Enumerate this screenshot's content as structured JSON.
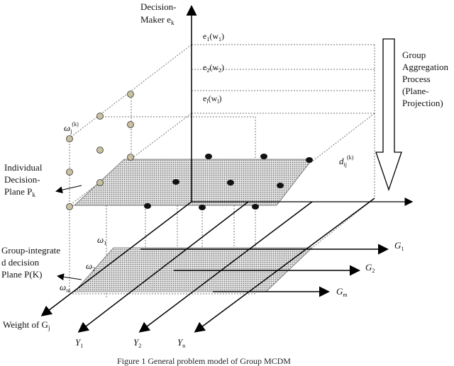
{
  "labels": {
    "decision_maker_1": "Decision-",
    "decision_maker_2": "Maker e",
    "decision_maker_sub": "k",
    "group_agg": [
      "Group",
      "Aggregation",
      "Process",
      "(Plane-",
      "Projection)"
    ],
    "e1": "e",
    "e1_sub": "1",
    "e1_w": "(w",
    "e1_wsub": "1",
    "e2": "e",
    "e2_sub": "2",
    "e2_w": "(w",
    "e2_wsub": "2",
    "el": "e",
    "el_sub": "l",
    "el_w": "(w",
    "el_wsub": "l",
    "omega_j_k": "ω",
    "omega_j_k_sub": "j",
    "omega_j_k_sup": "(k)",
    "d_ij_k": "d",
    "d_ij_k_sub": "ij",
    "d_ij_k_sup": "(k)",
    "individual": [
      "Individual",
      "Decision-",
      "Plane P"
    ],
    "individual_sub": "k",
    "group_integrated": [
      "Group-integrate",
      "d decision",
      "Plane P(K)"
    ],
    "weight_of": "Weight of G",
    "weight_of_sub": "j",
    "omega1": "ω",
    "omega1_sub": "1",
    "omega2": "ω",
    "omega2_sub": "2",
    "omegam": "ω",
    "omegam_sub": "m",
    "G1": "G",
    "G1_sub": "1",
    "G2": "G",
    "G2_sub": "2",
    "Gm": "G",
    "Gm_sub": "m",
    "Y1": "Y",
    "Y1_sub": "1",
    "Y2": "Y",
    "Y2_sub": "2",
    "Yn": "Y",
    "Yn_sub": "n",
    "caption": "Figure 1    General problem model of Group MCDM"
  }
}
